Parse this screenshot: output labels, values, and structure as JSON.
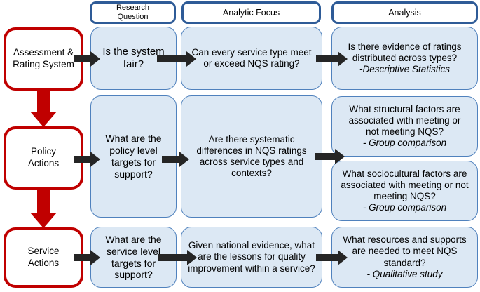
{
  "palette": {
    "red": "#C00000",
    "header-border": "#2E5B97",
    "box-border": "#4F81BD",
    "box-fill": "#DCE8F4",
    "arrow": "#252525",
    "text": "#000000"
  },
  "headers": {
    "research_question": "Research\nQuestion",
    "analytic_focus": "Analytic Focus",
    "analysis": "Analysis"
  },
  "rows": {
    "assessment": {
      "source": "Assessment &\nRating System",
      "research_question": "Is the system\nfair?",
      "analytic_focus": "Can every service type meet\nor exceed NQS rating?",
      "analysis_question": "Is there evidence of ratings\ndistributed across types?",
      "analysis_method": "-Descriptive Statistics"
    },
    "policy": {
      "source": "Policy\nActions",
      "research_question": "What are the\npolicy level\ntargets for\nsupport?",
      "analytic_focus": "Are there systematic\ndifferences in NQS ratings\nacross service types and\ncontexts?",
      "analysis_structural_question": "What structural factors are\nassociated with meeting or\nnot meeting NQS?",
      "analysis_structural_method": "- Group comparison",
      "analysis_sociocultural_question": "What sociocultural factors are\nassociated with meeting or not\nmeeting NQS?",
      "analysis_sociocultural_method": "- Group comparison"
    },
    "service": {
      "source": "Service\nActions",
      "research_question": "What are the\nservice level\ntargets for\nsupport?",
      "analytic_focus": "Given national evidence, what\nare the lessons for quality\nimprovement within a service?",
      "analysis_question": "What resources and supports\nare needed to meet NQS\nstandard?",
      "analysis_method": "- Qualitative study"
    }
  }
}
